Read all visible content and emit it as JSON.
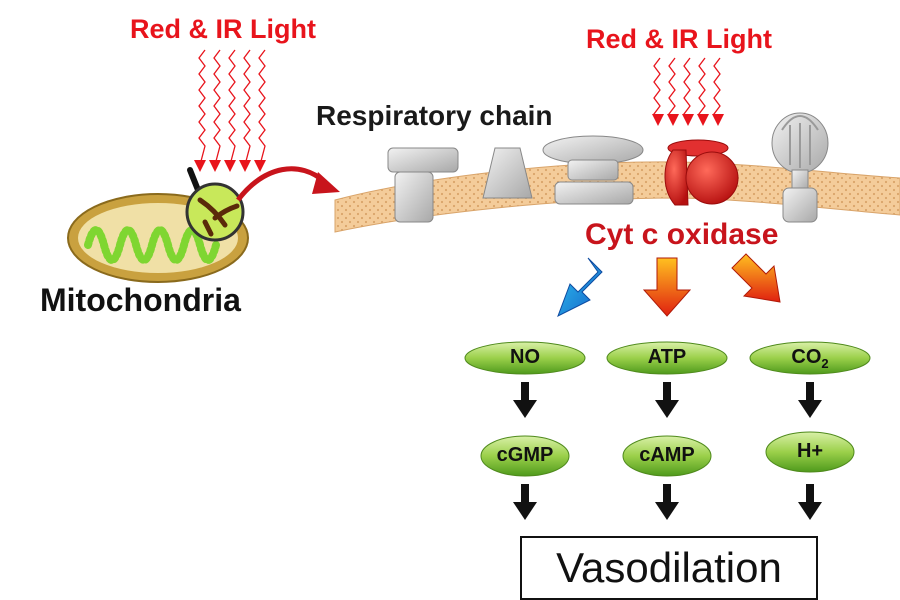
{
  "labels": {
    "light_left": "Red & IR Light",
    "light_right": "Red & IR Light",
    "respiratory_chain": "Respiratory chain",
    "cyt_c_oxidase": "Cyt c oxidase",
    "mitochondria": "Mitochondria"
  },
  "products": {
    "row1": [
      "NO",
      "ATP",
      "CO"
    ],
    "co2_subscript": "2",
    "row2": [
      "cGMP",
      "cAMP",
      "H+"
    ]
  },
  "outcome": "Vasodilation",
  "colors": {
    "light": "#e8141c",
    "cyt_label": "#c8141c",
    "membrane": "#f3c996",
    "mitochondria_outer": "#c9a13f",
    "mitochondria_inner": "#7fd631",
    "enzyme_red": "#d81e1e",
    "pill_green": "#9bd04a",
    "arrow_blue": "#1a8fe0",
    "arrow_orange": "#f07010"
  }
}
